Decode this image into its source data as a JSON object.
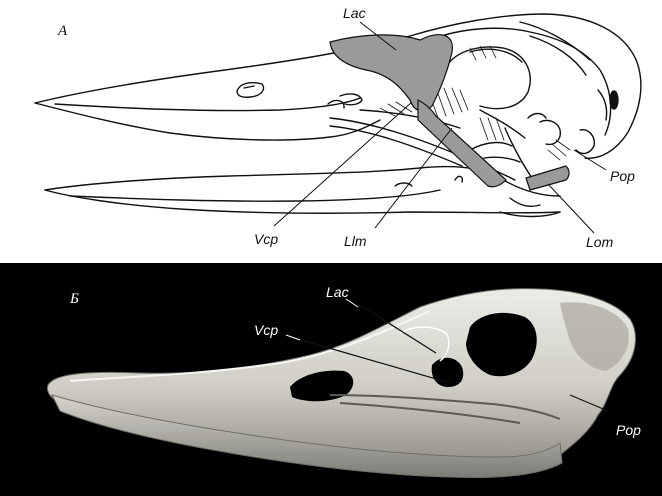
{
  "panel_a": {
    "letter": "A",
    "labels": {
      "lac": "Lac",
      "vcp": "Vcp",
      "llm": "Llm",
      "lom": "Lom",
      "pop": "Pop"
    }
  },
  "panel_b": {
    "letter": "Б",
    "labels": {
      "lac": "Lac",
      "vcp": "Vcp",
      "pop": "Pop"
    }
  },
  "colors": {
    "ligament_fill": "#9a9a9a",
    "bone_3d": "#d8d6cf",
    "background_b": "#000000"
  }
}
